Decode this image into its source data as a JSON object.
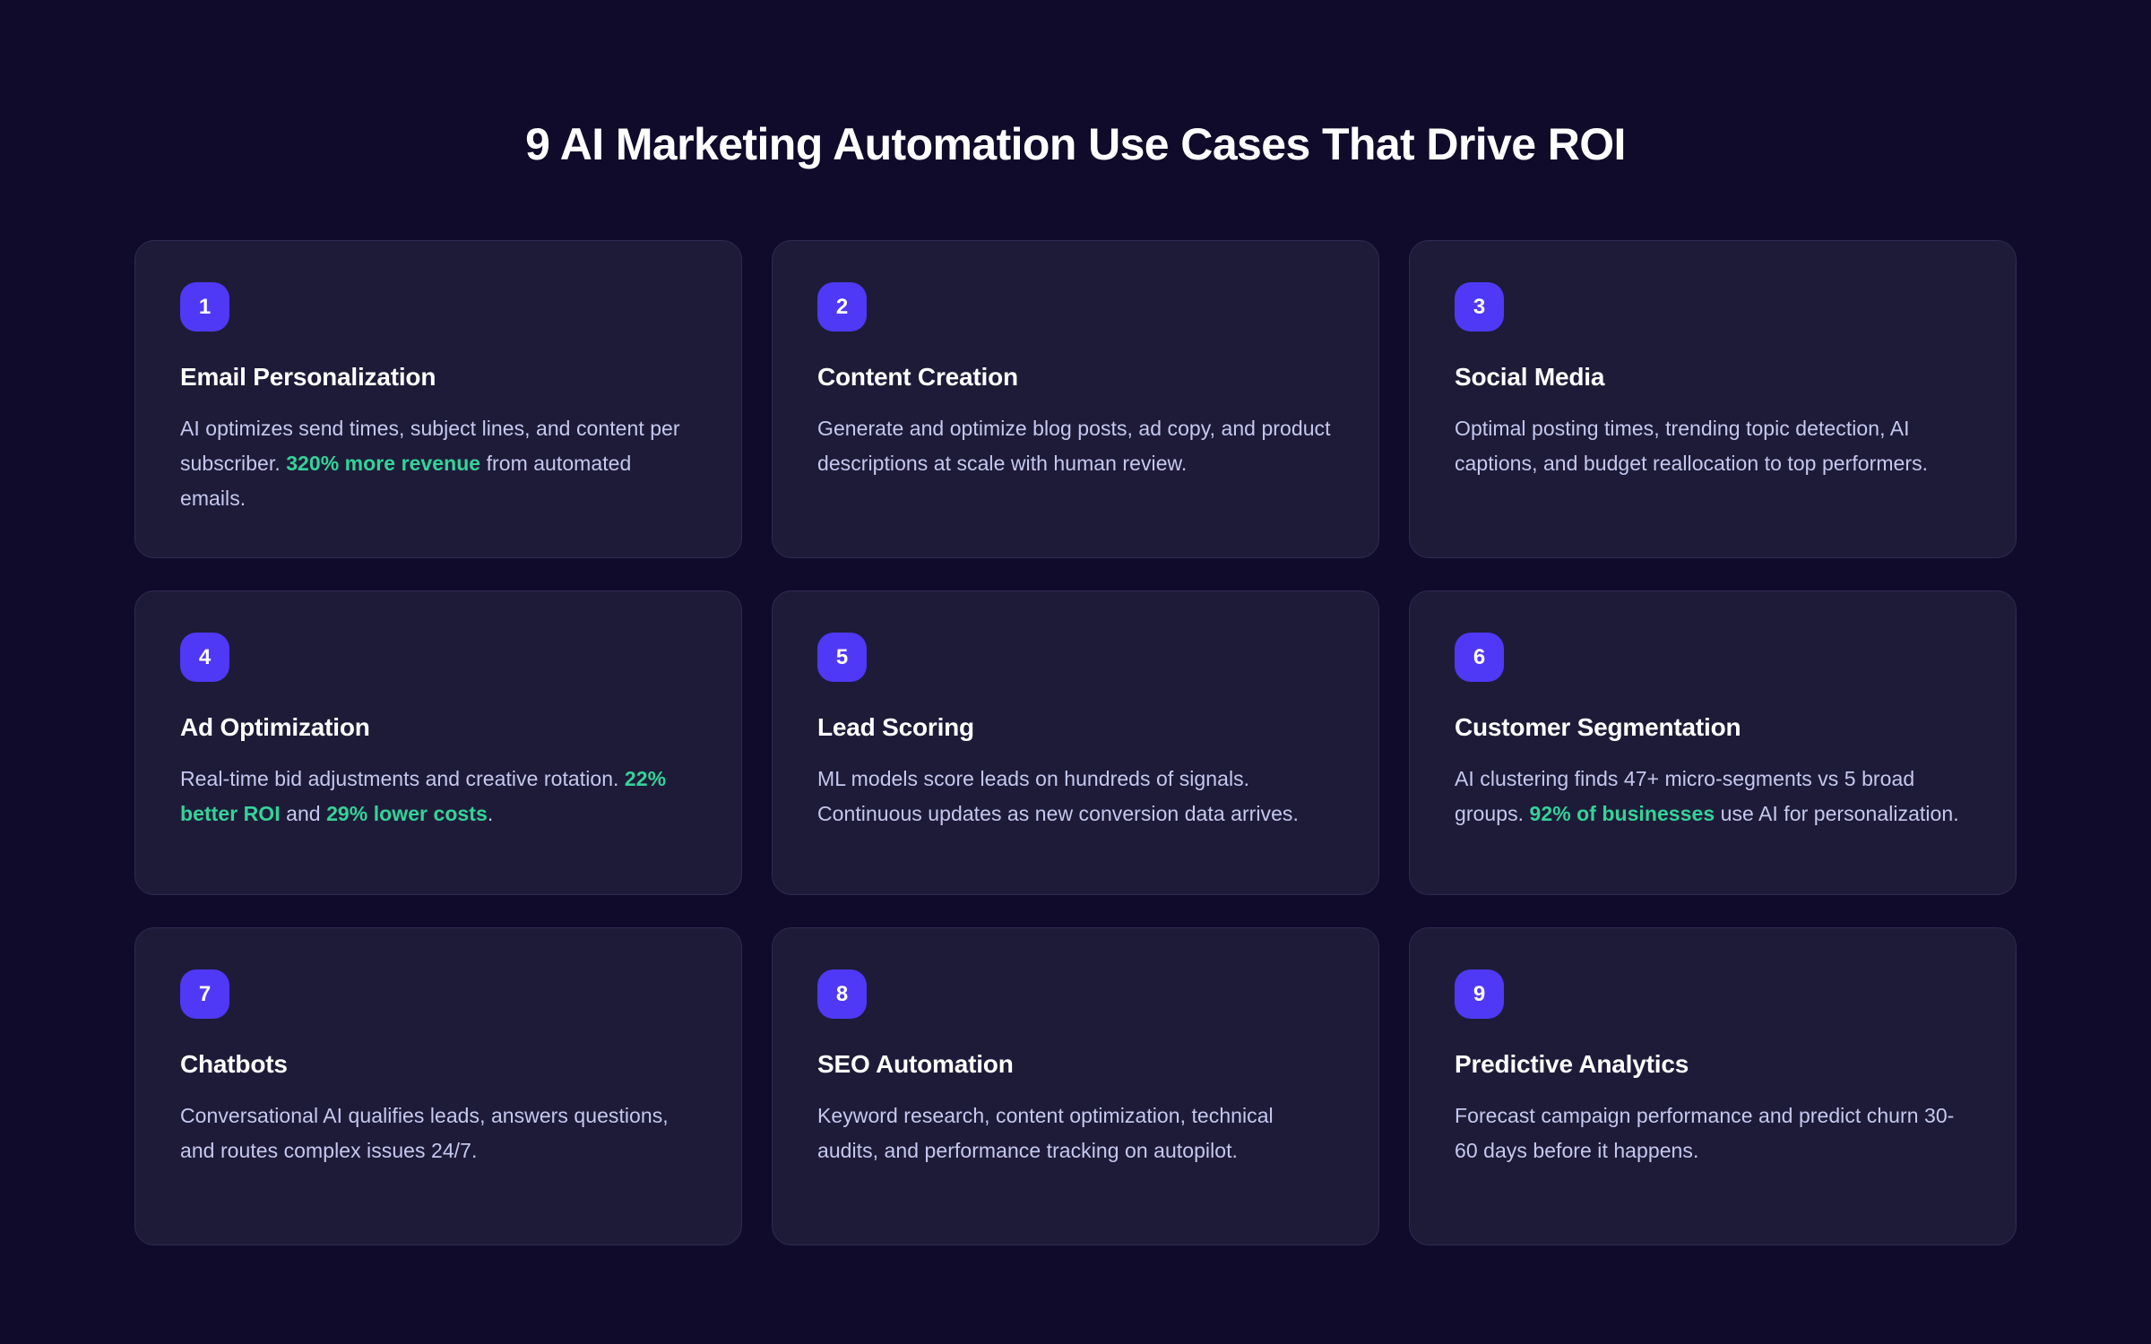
{
  "page": {
    "title": "9 AI Marketing Automation Use Cases That Drive ROI",
    "background_color": "#100b2b",
    "card_background_color": "#1e1b38",
    "card_border_color": "#2f2b52",
    "badge_color": "#4f39f6",
    "highlight_color": "#34d399",
    "title_color": "#ffffff",
    "body_color": "#c5c8ef"
  },
  "cards": [
    {
      "number": "1",
      "title": "Email Personalization",
      "segments": [
        {
          "text": "AI optimizes send times, subject lines, and content per subscriber. ",
          "highlight": false
        },
        {
          "text": "320% more revenue",
          "highlight": true
        },
        {
          "text": " from automated emails.",
          "highlight": false
        }
      ]
    },
    {
      "number": "2",
      "title": "Content Creation",
      "segments": [
        {
          "text": "Generate and optimize blog posts, ad copy, and product descriptions at scale with human review.",
          "highlight": false
        }
      ]
    },
    {
      "number": "3",
      "title": "Social Media",
      "segments": [
        {
          "text": "Optimal posting times, trending topic detection, AI captions, and budget reallocation to top performers.",
          "highlight": false
        }
      ]
    },
    {
      "number": "4",
      "title": "Ad Optimization",
      "segments": [
        {
          "text": "Real-time bid adjustments and creative rotation. ",
          "highlight": false
        },
        {
          "text": "22% better ROI",
          "highlight": true
        },
        {
          "text": " and ",
          "highlight": false
        },
        {
          "text": "29% lower costs",
          "highlight": true
        },
        {
          "text": ".",
          "highlight": false
        }
      ]
    },
    {
      "number": "5",
      "title": "Lead Scoring",
      "segments": [
        {
          "text": "ML models score leads on hundreds of signals. Continuous updates as new conversion data arrives.",
          "highlight": false
        }
      ]
    },
    {
      "number": "6",
      "title": "Customer Segmentation",
      "segments": [
        {
          "text": "AI clustering finds 47+ micro-segments vs 5 broad groups. ",
          "highlight": false
        },
        {
          "text": "92% of businesses",
          "highlight": true
        },
        {
          "text": " use AI for personalization.",
          "highlight": false
        }
      ]
    },
    {
      "number": "7",
      "title": "Chatbots",
      "segments": [
        {
          "text": "Conversational AI qualifies leads, answers questions, and routes complex issues 24/7.",
          "highlight": false
        }
      ]
    },
    {
      "number": "8",
      "title": "SEO Automation",
      "segments": [
        {
          "text": "Keyword research, content optimization, technical audits, and performance tracking on autopilot.",
          "highlight": false
        }
      ]
    },
    {
      "number": "9",
      "title": "Predictive Analytics",
      "segments": [
        {
          "text": "Forecast campaign performance and predict churn 30-60 days before it happens.",
          "highlight": false
        }
      ]
    }
  ]
}
